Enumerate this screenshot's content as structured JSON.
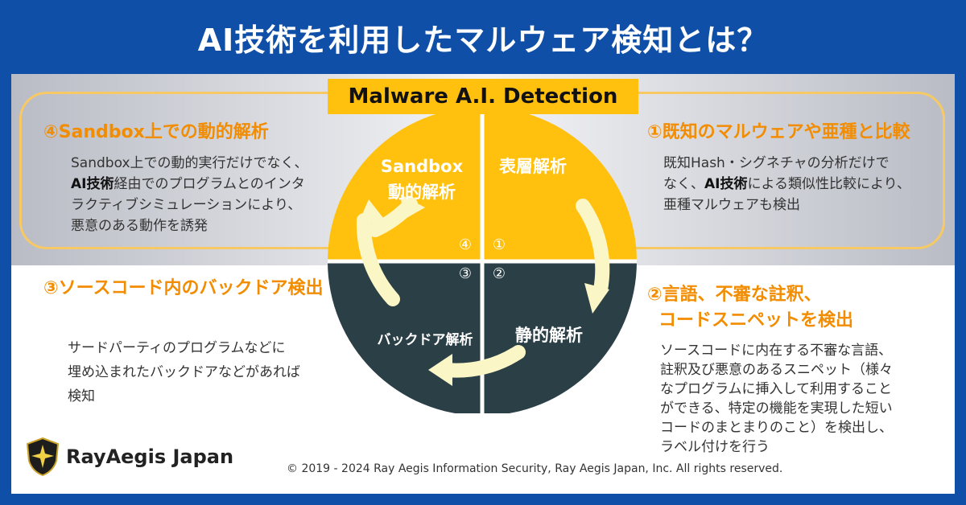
{
  "title": "AI技術を利用したマルウェア検知とは？",
  "badge": "Malware A.I. Detection",
  "quadrants": {
    "q1": {
      "line1": "表層解析"
    },
    "q2": {
      "line1": "静的解析"
    },
    "q3": {
      "line1": "バックドア解析"
    },
    "q4": {
      "line1": "Sandbox",
      "line2": "動的解析"
    }
  },
  "markers": {
    "m1": "①",
    "m2": "②",
    "m3": "③",
    "m4": "④"
  },
  "sections": {
    "s4": {
      "heading": "④Sandbox上での動的解析",
      "line1": "Sandbox上での動的実行だけでなく、",
      "line2_bold": "AI技術",
      "line2_rest": "経由でのプログラムとのインタ",
      "line3": "ラクティブシミュレーションにより、",
      "line4": "悪意のある動作を誘発"
    },
    "s1": {
      "heading": "①既知のマルウェアや亜種と比較",
      "line1": "既知Hash・シグネチャの分析だけで",
      "line2_pre": "なく、",
      "line2_bold": "AI技術",
      "line2_rest": "による類似性比較により、",
      "line3": "亜種マルウェアも検出"
    },
    "s3": {
      "heading": "③ソースコード内のバックドア検出",
      "line1": "サードパーティのプログラムなどに",
      "line2": "埋め込まれたバックドアなどがあれば",
      "line3": "検知"
    },
    "s2": {
      "heading1": "②言語、不審な註釈、",
      "heading2": "コードスニペットを検出",
      "line1": "ソースコードに内在する不審な言語、",
      "line2": "註釈及び悪意のあるスニペット（様々",
      "line3": "なプログラムに挿入して利用すること",
      "line4": "ができる、特定の機能を実現した短い",
      "line5": "コードのまとまりのこと）を検出し、",
      "line6": "ラベル付けを行う"
    }
  },
  "logo": {
    "text": "RayAegis Japan"
  },
  "copyright": "© 2019 - 2024 Ray Aegis Information Security, Ray Aegis Japan, Inc. All rights reserved.",
  "colors": {
    "brand_blue": "#0f4fa8",
    "accent_yellow": "#ffc10e",
    "accent_orange": "#f28c00",
    "dark": "#2b3f46",
    "arrow": "#fbf6c6"
  }
}
